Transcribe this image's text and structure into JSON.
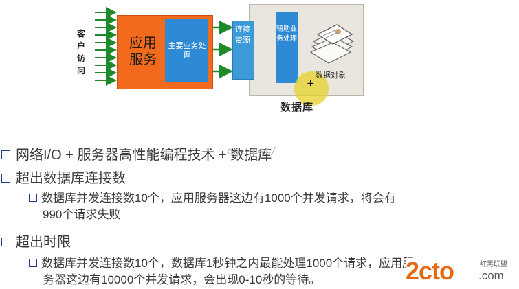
{
  "diagram": {
    "client_label": "客户访问",
    "app_server": {
      "title": "应用服务",
      "inner": "主要业务处理"
    },
    "connection": "连接资源",
    "aux": "辅助业务处理",
    "data_object": "数据对象",
    "db_label": "数据库",
    "colors": {
      "app": "#f26a1b",
      "blue": "#2f8ad6",
      "arrow": "#1e8a2a",
      "db_bg": "#e9e6df"
    }
  },
  "bullets": [
    {
      "level": 1,
      "text": "网络I/O + 服务器高性能编程技术 + 数据库"
    },
    {
      "level": 1,
      "text": "超出数据库连接数"
    },
    {
      "level": 2,
      "lines": [
        "数据库并发连接数10个，应用服务器这边有1000个并发请求，将会有",
        "990个请求失败"
      ]
    },
    {
      "level": 1,
      "text": "超出时限"
    },
    {
      "level": 2,
      "lines": [
        "数据库并发连接数10个，数据库1秒钟之内最能处理1000个请求，应用服",
        "务器这边有10000个并发请求，会出现0-10秒的等待。"
      ]
    }
  ],
  "watermark": "og. net/",
  "logo": {
    "main": "2cto",
    "suffix": ".com",
    "tag": "红黑联盟"
  }
}
